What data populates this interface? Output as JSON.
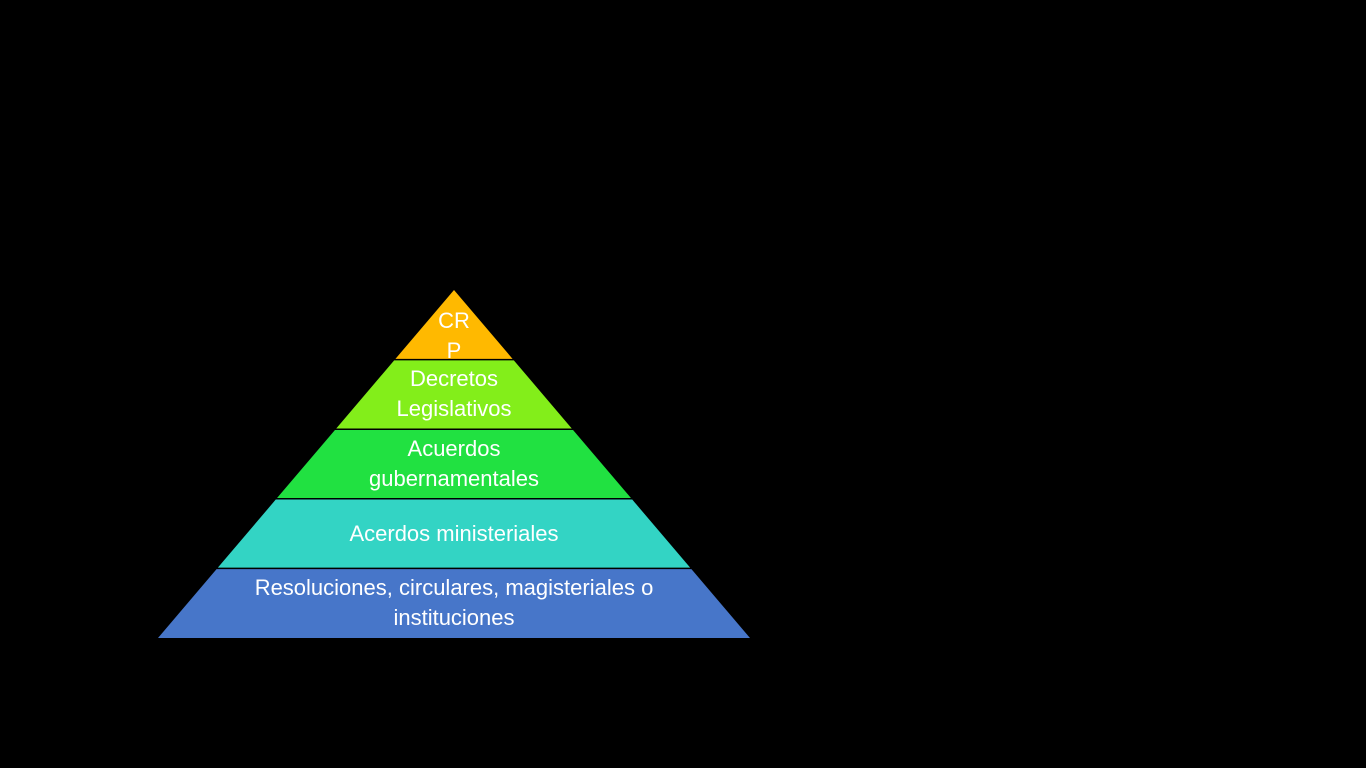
{
  "pyramid": {
    "separator_color": "#e8f6f6",
    "levels": [
      {
        "lines": [
          "CR",
          "P"
        ],
        "color": "#FFB900"
      },
      {
        "lines": [
          "Decretos",
          "Legislativos"
        ],
        "color": "#83EE1A"
      },
      {
        "lines": [
          "Acuerdos",
          "gubernamentales"
        ],
        "color": "#21E141"
      },
      {
        "lines": [
          "Acerdos ministeriales"
        ],
        "color": "#33D4C4"
      },
      {
        "lines": [
          "Resoluciones, circulares, magisteriales o",
          "instituciones"
        ],
        "color": "#4776C9"
      }
    ]
  }
}
